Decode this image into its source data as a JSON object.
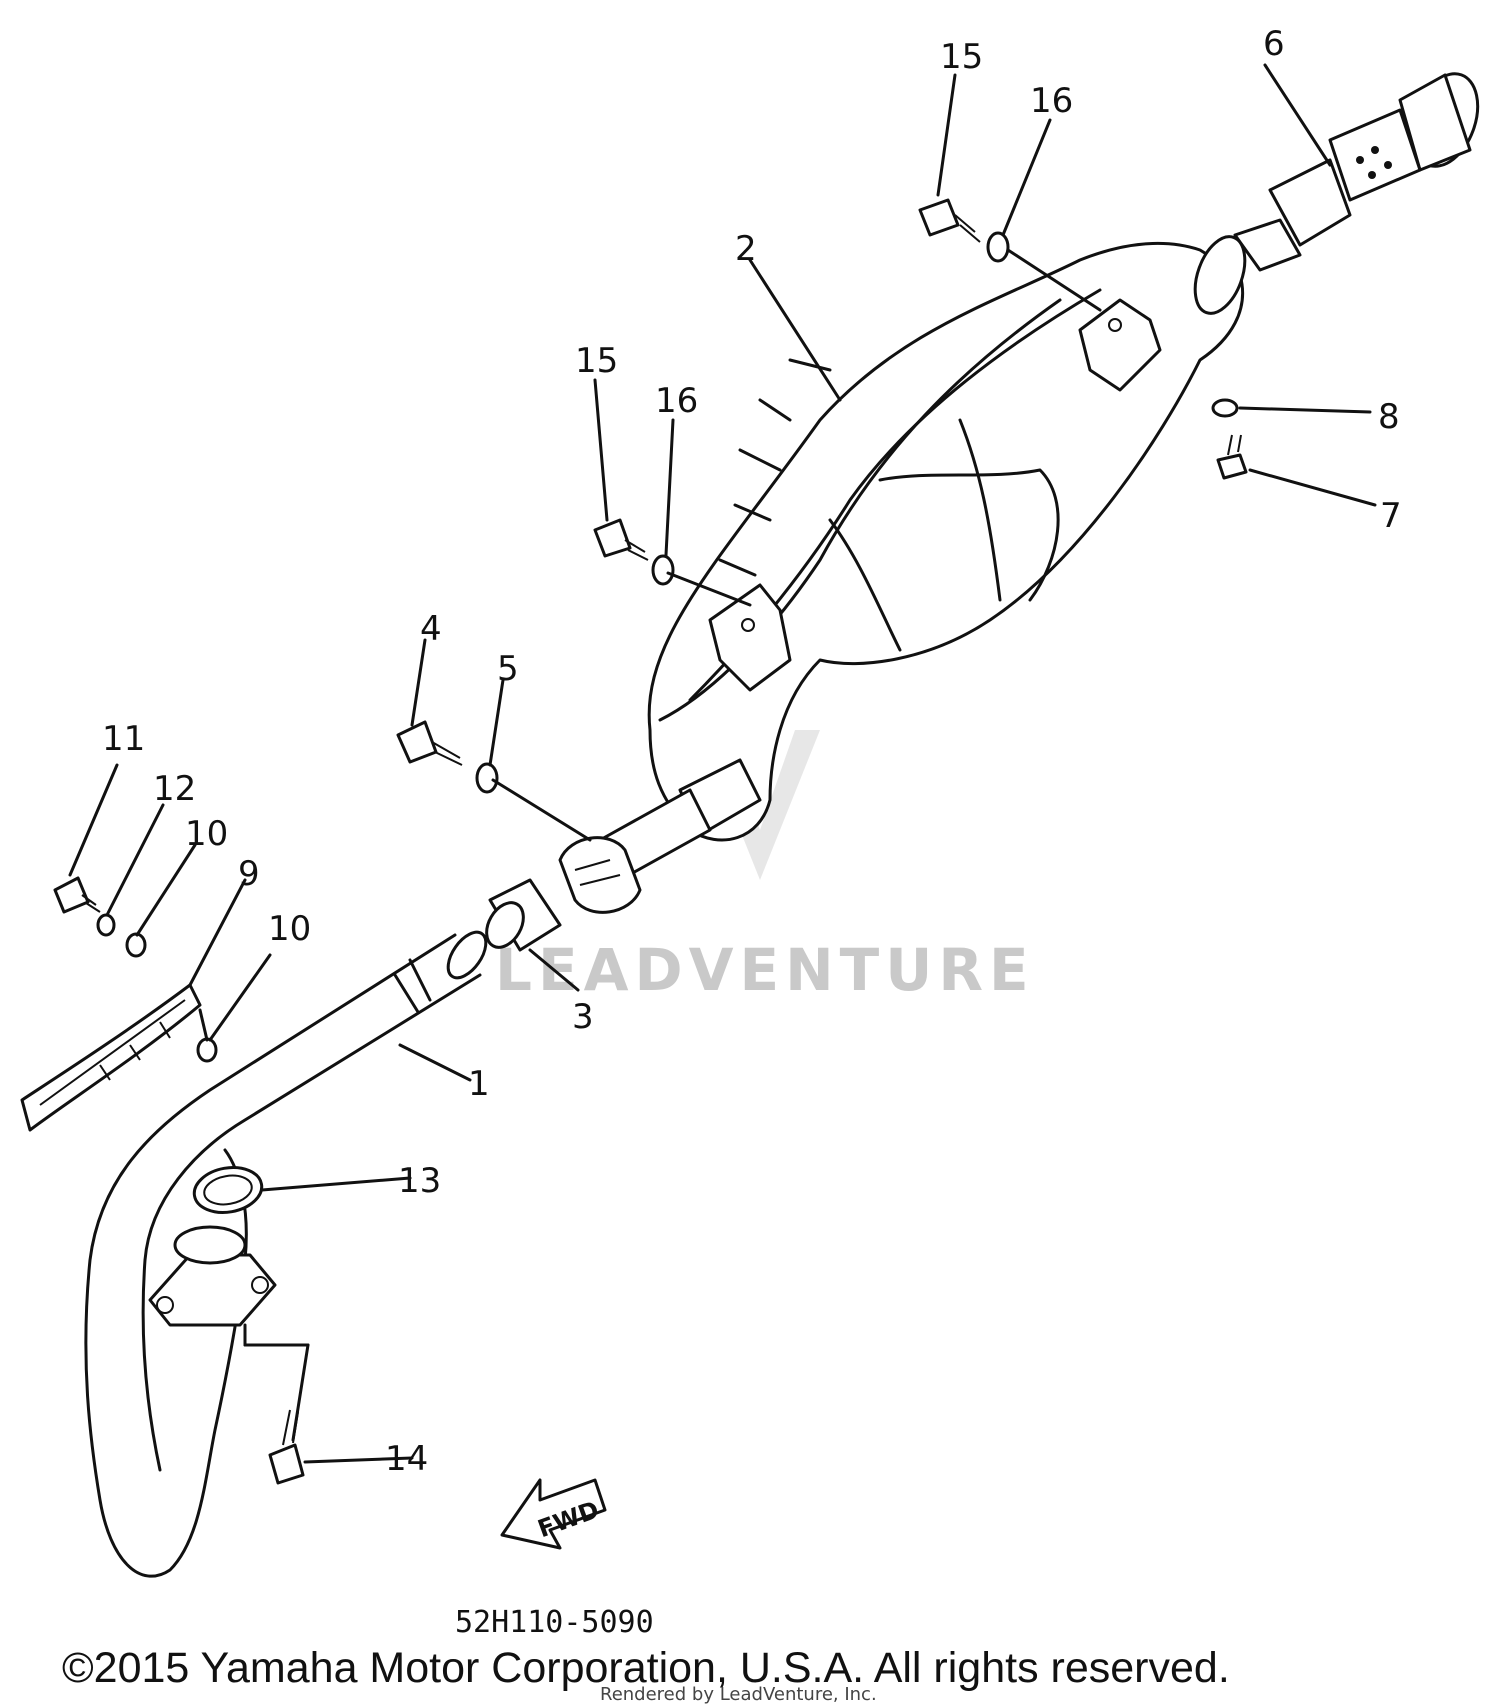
{
  "diagram_code": "52H110-5090",
  "copyright": "©2015 Yamaha Motor Corporation, U.S.A. All rights reserved.",
  "rendered_by": "Rendered by LeadVenture, Inc.",
  "watermark": "LEADVENTURE",
  "fwd_label": "FWD",
  "labels": {
    "p1": "1",
    "p2": "2",
    "p3": "3",
    "p4": "4",
    "p5": "5",
    "p6": "6",
    "p7": "7",
    "p8": "8",
    "p9": "9",
    "p10a": "10",
    "p10b": "10",
    "p11": "11",
    "p12": "12",
    "p13": "13",
    "p14": "14",
    "p15a": "15",
    "p15b": "15",
    "p16a": "16",
    "p16b": "16"
  }
}
